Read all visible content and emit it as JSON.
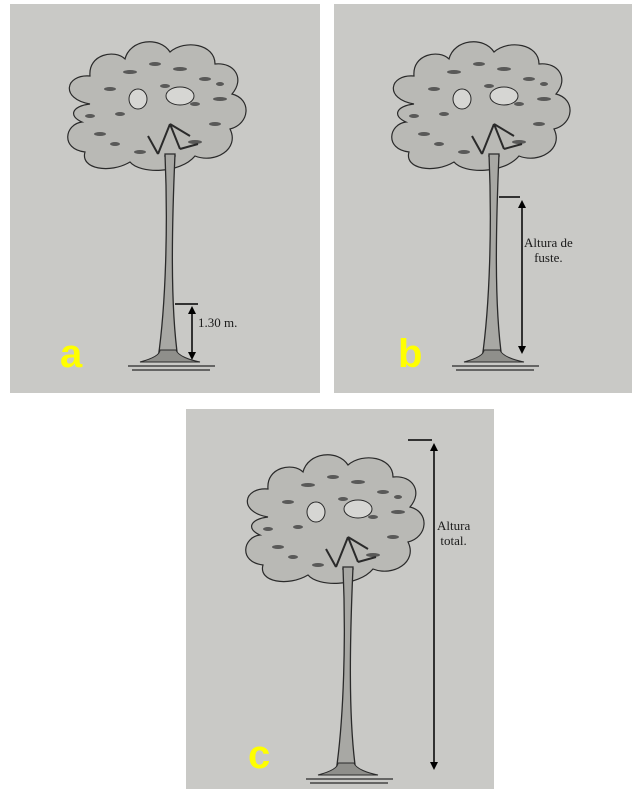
{
  "panels": [
    {
      "letter": "a",
      "label": "1.30 m."
    },
    {
      "letter": "b",
      "label_line1": "Altura de",
      "label_line2": "fuste."
    },
    {
      "letter": "c",
      "label_line1": "Altura",
      "label_line2": "total."
    }
  ],
  "colors": {
    "paper": "#c9c9c6",
    "letter": "#ffff00",
    "ink": "#1a1a1a"
  }
}
